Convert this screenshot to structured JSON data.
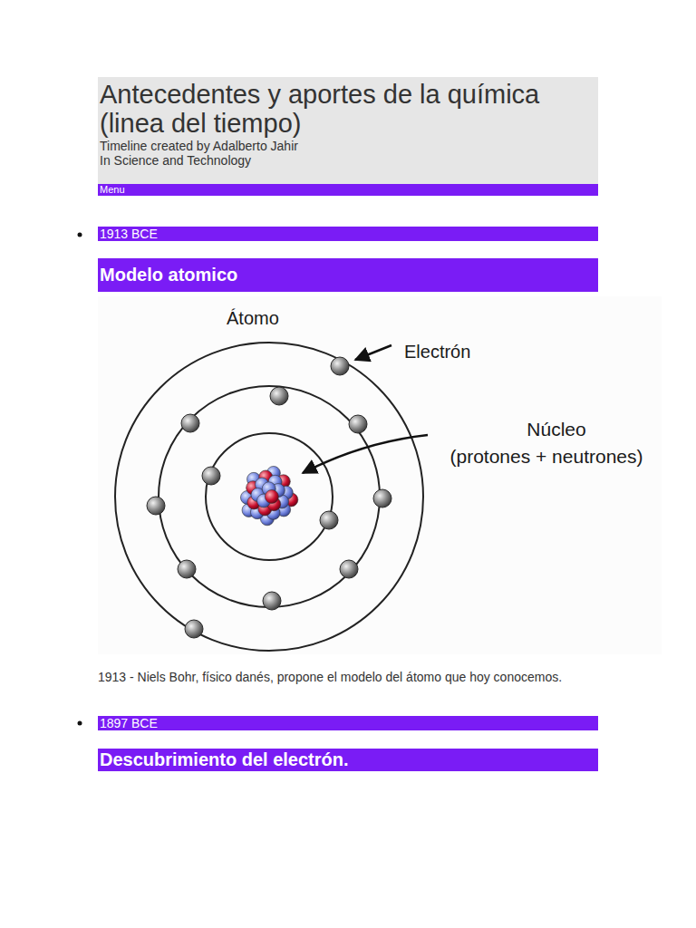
{
  "diagram": {
    "title": "Antecedentes y aportes de la química (linea del tiempo)",
    "nodes": [
      {
        "text": [
          "Timeline created by Adalberto Jahir",
          "In Science and Technology"
        ]
      },
      {
        "text": [
          "Menu"
        ]
      },
      {
        "text": [
          "1913 BCE"
        ]
      },
      {
        "text": [
          "Modelo atomico"
        ]
      },
      {
        "text": [
          "1897 BCE"
        ]
      },
      {
        "text": [
          "Descubrimiento del electrón."
        ]
      }
    ],
    "labels": [
      "Átomo",
      "Electrón",
      "Núcleo",
      "(protones + neutrones)",
      "1913 - Niels Bohr, físico danés, propone el modelo del átomo que hoy conocemos."
    ]
  }
}
